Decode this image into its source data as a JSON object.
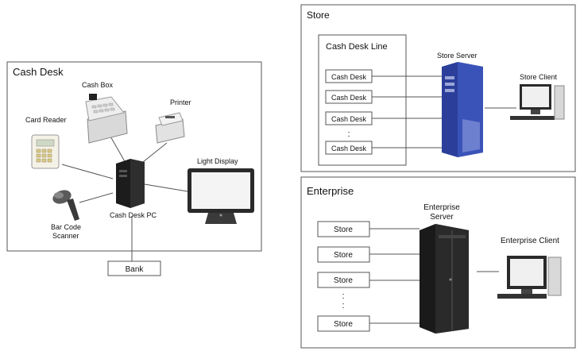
{
  "cash_desk": {
    "title": "Cash Desk",
    "devices": {
      "cash_box": "Cash Box",
      "printer": "Printer",
      "card_reader": "Card Reader",
      "light_display": "Light Display",
      "bar_code_scanner_line1": "Bar Code",
      "bar_code_scanner_line2": "Scanner",
      "cash_desk_pc": "Cash Desk PC"
    },
    "bank": "Bank"
  },
  "store": {
    "title": "Store",
    "cash_desk_line": {
      "title": "Cash Desk Line",
      "items": [
        "Cash Desk",
        "Cash Desk",
        "Cash Desk",
        "Cash Desk"
      ],
      "ellipsis": ":"
    },
    "server": "Store Server",
    "client": "Store Client"
  },
  "enterprise": {
    "title": "Enterprise",
    "stores": [
      "Store",
      "Store",
      "Store",
      "Store"
    ],
    "ellipsis": ":",
    "server_line1": "Enterprise",
    "server_line2": "Server",
    "client": "Enterprise Client"
  },
  "colors": {
    "line": "#555555",
    "tower_dark": "#1c1c1c",
    "server_blue": "#2b3f9a",
    "monitor_frame": "#2a2a2a",
    "monitor_screen": "#f4f4f4"
  }
}
